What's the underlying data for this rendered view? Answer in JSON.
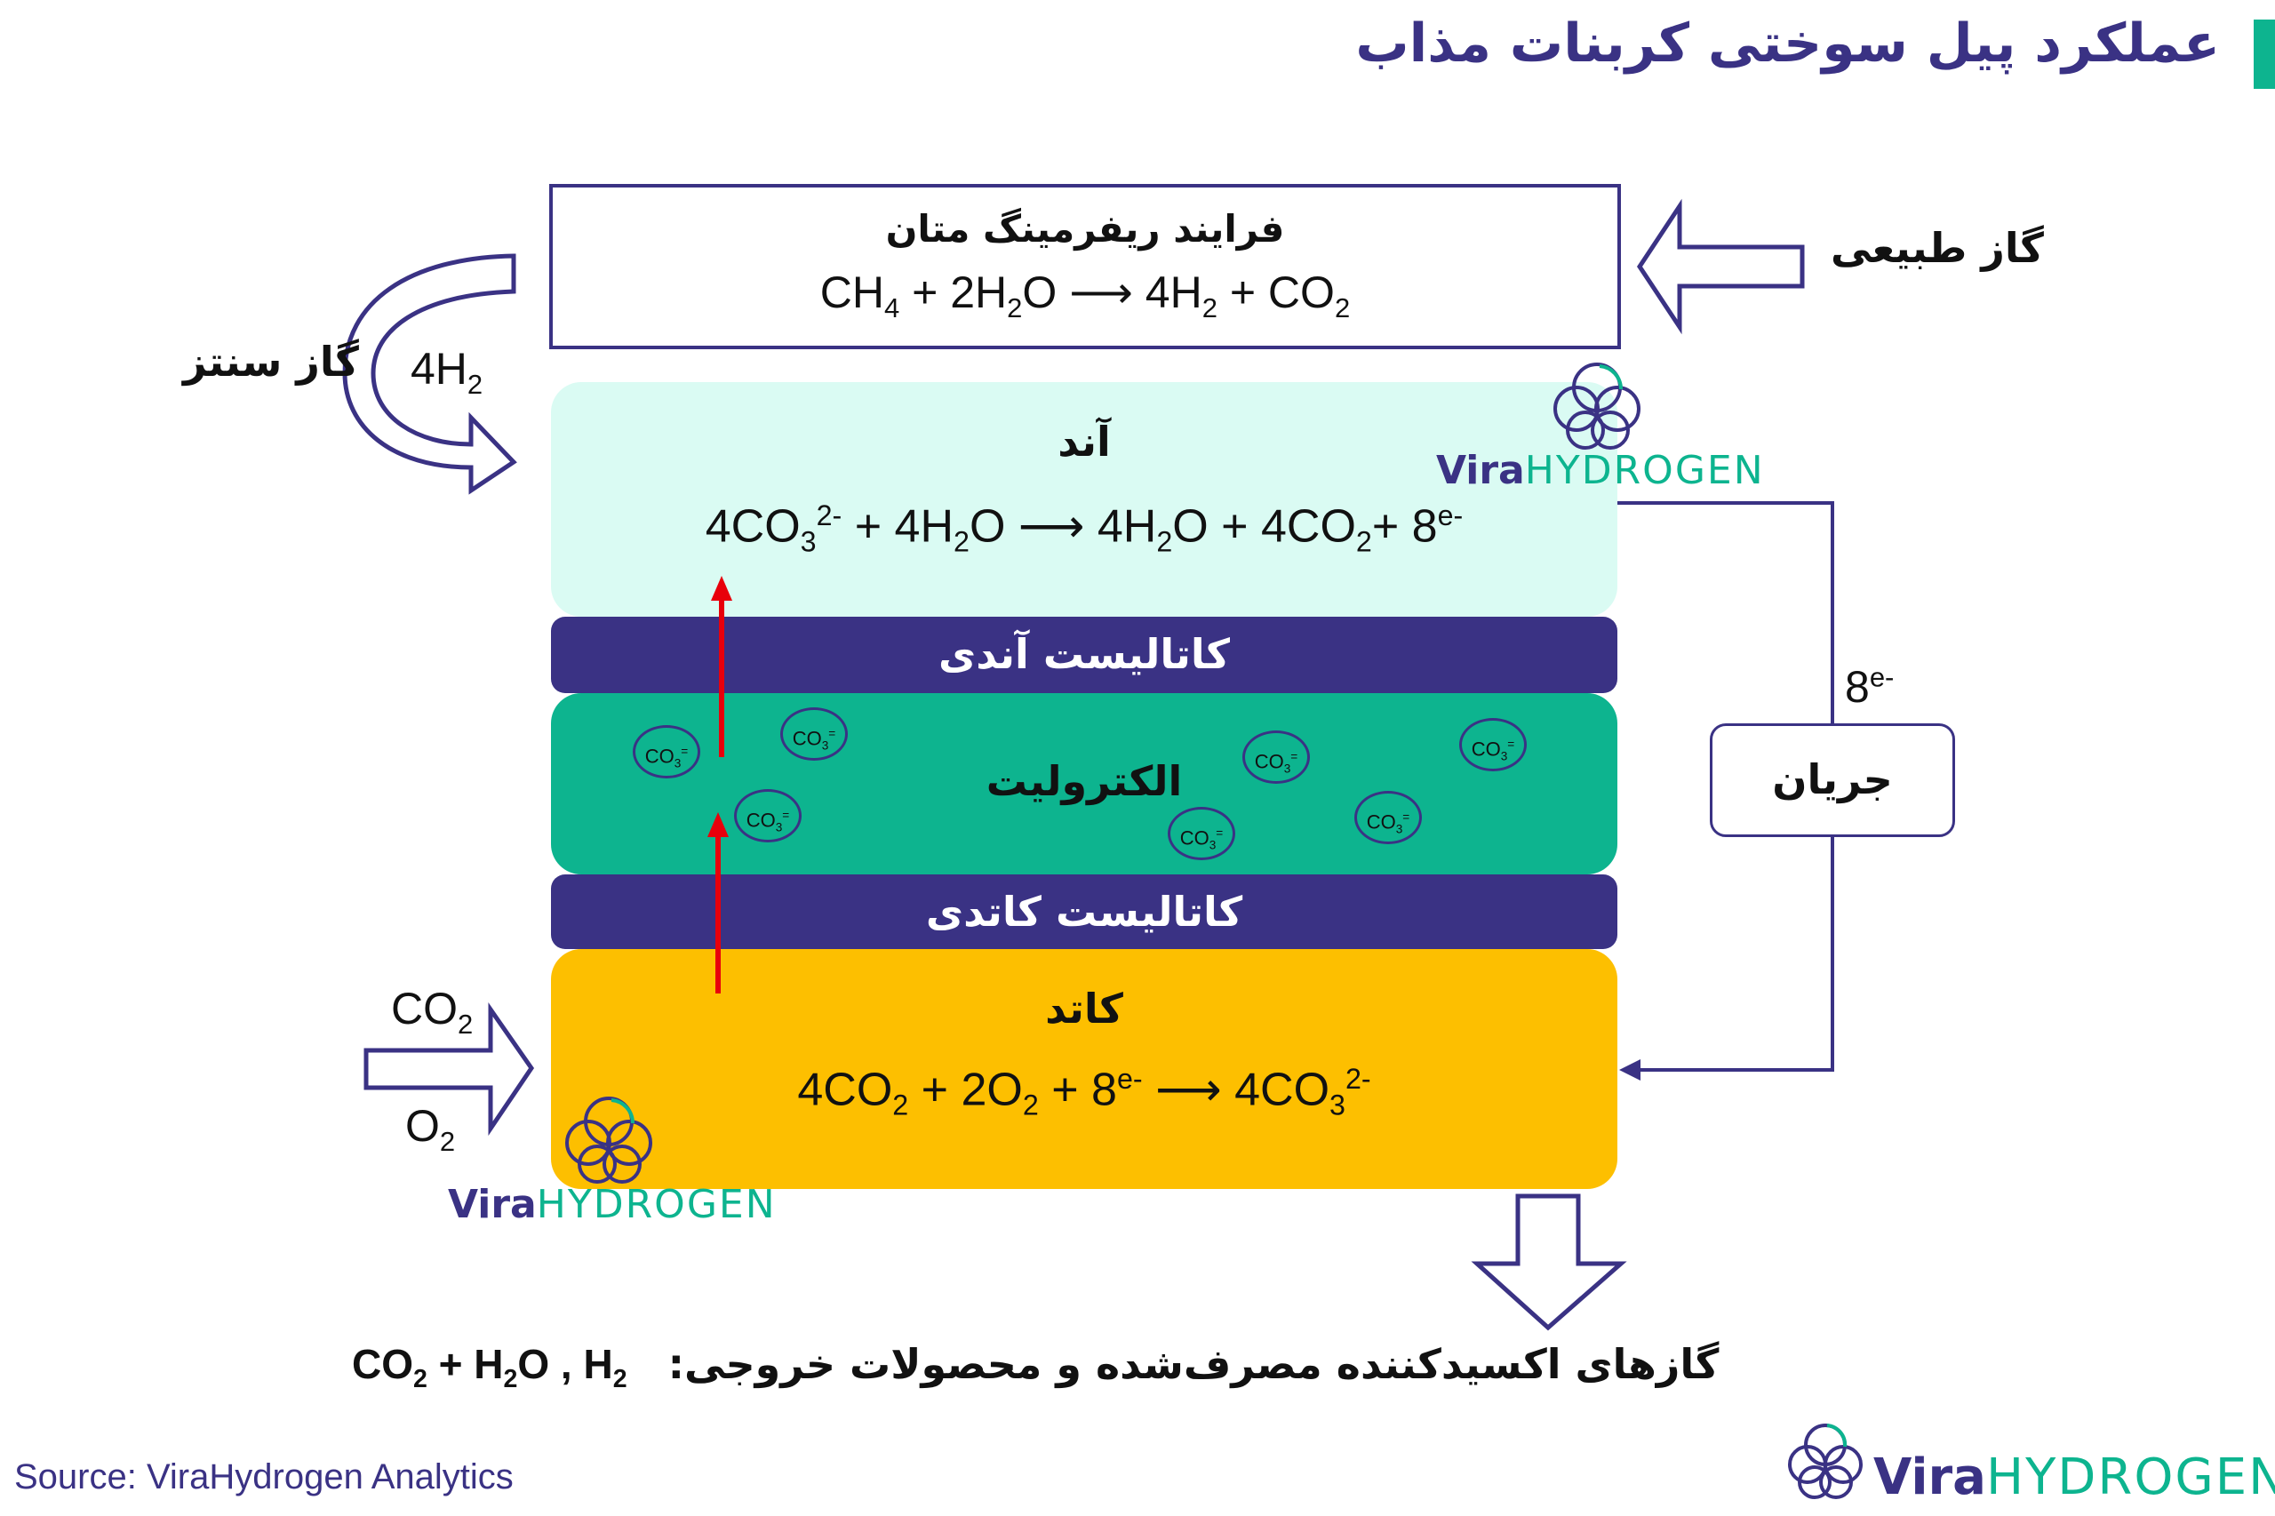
{
  "title": "عملکرد پیل سوختی کربنات مذاب",
  "reforming": {
    "heading": "فرایند ریفرمینگ متان",
    "eq": {
      "a": "CH",
      "a_sub": "4",
      "b": " + 2H",
      "b_sub": "2",
      "c": "O ⟶ 4H",
      "c_sub": "2",
      "d": " + CO",
      "d_sub": "2"
    }
  },
  "natural_gas_label": "گاز طبیعی",
  "syngas_label": "گاز سنتز",
  "syngas_formula": {
    "main": "4H",
    "sub": "2"
  },
  "anode": {
    "label": "آند",
    "eq": {
      "p1": "4CO",
      "p1_sub": "3",
      "p1_sup": "2-",
      "p2": " + 4H",
      "p2_sub": "2",
      "p3": "O ⟶ 4H",
      "p3_sub": "2",
      "p4": "O + 4CO",
      "p4_sub": "2",
      "p5": "+ 8",
      "p5_sup": "e-"
    }
  },
  "anode_catalyst_label": "کاتالیست آندی",
  "electrolyte_label": "الکترولیت",
  "cathode_catalyst_label": "کاتالیست کاتدی",
  "cathode": {
    "label": "کاتد",
    "eq": {
      "p1": "4CO",
      "p1_sub": "2",
      "p2": " + 2O",
      "p2_sub": "2",
      "p3": " + 8",
      "p3_sup": "e-",
      "p4": " ⟶ 4CO",
      "p4_sub": "3",
      "p4_sup": "2-"
    }
  },
  "ion": {
    "main": "CO",
    "sub": "3",
    "sup": "="
  },
  "electrons_label": {
    "main": "8",
    "sup": "e-"
  },
  "current_label": "جریان",
  "cathode_inputs": {
    "co2": "CO",
    "co2_sub": "2",
    "o2": "O",
    "o2_sub": "2"
  },
  "bottom_text": {
    "rtl": "گازهای اکسیدکننده مصرف‌شده و محصولات خروجی:",
    "f1": "CO",
    "f1_sub": "2",
    "f2": " + H",
    "f2_sub": "2",
    "f3": "O , H",
    "f3_sub": "2"
  },
  "logo": {
    "vira": "Vira",
    "hydrogen": "HYDROGEN"
  },
  "source": "Source: ViraHydrogen Analytics",
  "colors": {
    "navy": "#3a3284",
    "teal": "#0db48f",
    "anode": "#dafbf3",
    "cathode": "#fdbf00",
    "arrow_red": "#e8000b"
  }
}
